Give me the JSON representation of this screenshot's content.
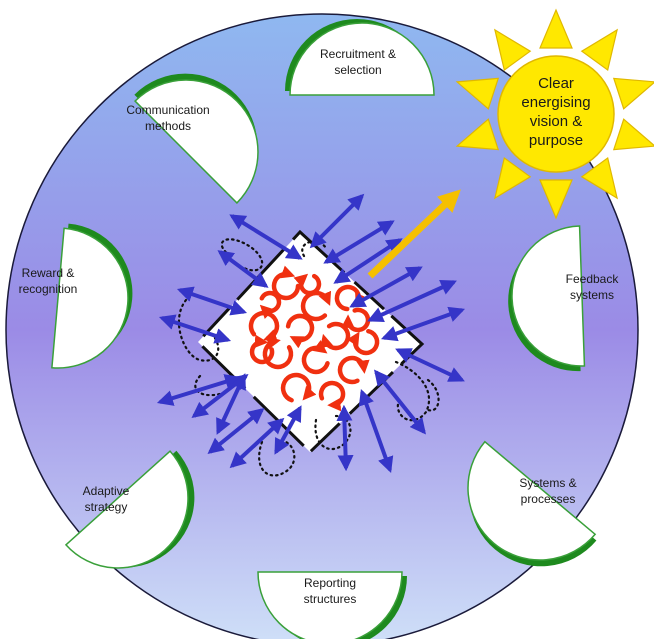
{
  "segments": [
    {
      "id": "recruitment",
      "lines": [
        "Recruitment &",
        "selection"
      ]
    },
    {
      "id": "communication",
      "lines": [
        "Communication",
        "methods"
      ]
    },
    {
      "id": "reward",
      "lines": [
        "Reward &",
        "recognition"
      ]
    },
    {
      "id": "adaptive",
      "lines": [
        "Adaptive",
        "strategy"
      ]
    },
    {
      "id": "reporting",
      "lines": [
        "Reporting",
        "structures"
      ]
    },
    {
      "id": "systems",
      "lines": [
        "Systems &",
        "processes"
      ]
    },
    {
      "id": "feedback",
      "lines": [
        "Feedback",
        "systems"
      ]
    }
  ],
  "sun": {
    "lines": [
      "Clear",
      "energising",
      "vision &",
      "purpose"
    ]
  },
  "colors": {
    "circle_top": "#8fb8f0",
    "circle_mid": "#9b8be6",
    "circle_bottom": "#cfe0f8",
    "segment_fill": "#ffffff",
    "segment_border": "#3aa03a",
    "segment_shadow": "#1e8a1e",
    "arrow_blue": "#3535c8",
    "arrow_gold": "#f5c000",
    "swirl_red": "#f03010",
    "sun_fill": "#ffe800",
    "sun_outline": "#e0b800"
  }
}
